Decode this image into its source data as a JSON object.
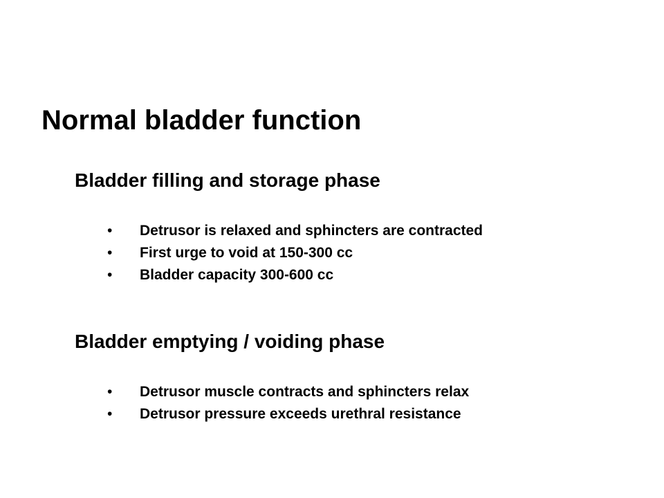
{
  "slide": {
    "title": "Normal bladder function",
    "sections": [
      {
        "heading": "Bladder filling and storage phase",
        "bullets": [
          "Detrusor is relaxed and sphincters are contracted",
          "First urge to void at 150-300 cc",
          "Bladder capacity 300-600 cc"
        ]
      },
      {
        "heading": "Bladder emptying / voiding phase",
        "bullets": [
          "Detrusor muscle contracts and sphincters relax",
          "Detrusor pressure exceeds urethral resistance"
        ]
      }
    ],
    "bullet_glyph": "•"
  }
}
